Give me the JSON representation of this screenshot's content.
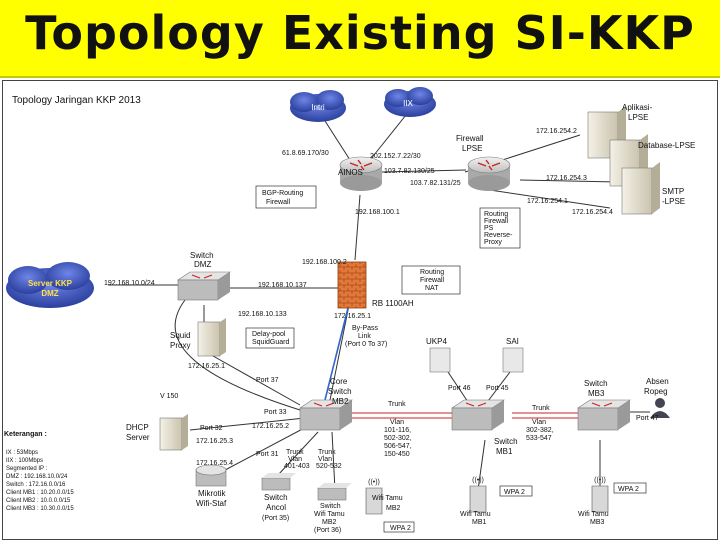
{
  "title": "Topology Existing SI-KKP",
  "subtitle": "Topology Jaringan KKP 2013",
  "clouds": {
    "intri": "Intri",
    "iix": "IIX",
    "server_kkp": [
      "Server KKP",
      "DMZ"
    ]
  },
  "links": {
    "ip_intri": "61.8.69.170/30",
    "ip_iix": "202.152.7.22/30",
    "ip_ainos_fw1": "103.7.82.130/25",
    "ip_ainos_fw2": "103.7.82.131/25",
    "ip_ainos_down": "192.168.100.1",
    "ip_rb_up": "192.168.100.2",
    "ip_dmz_left": "192.168.10.0/24",
    "ip_dmz_right": "192.168.10.137",
    "ip_squid": "192.168.10.133",
    "ip_rb_down": "172.16.25.1",
    "ip_squid_low": "172.16.25.1",
    "ip_core": "172.16.25.2",
    "ip_dhcp": "172.16.25.3",
    "ip_mikrotik": "172.16.25.4",
    "ip_fw_lpse": "172.16.254.1",
    "ip_aplikasi": "172.16.254.2",
    "ip_database": "172.16.254.3",
    "ip_smtp": "172.16.254.4",
    "v150": "V 150",
    "p37a": "Port 37",
    "p33": "Port 33",
    "p32": "Port 32",
    "p31": "Port 31",
    "p46": "Port 46",
    "p45": "Port 45",
    "p47": "Port 47"
  },
  "devices": {
    "ainos": "AINOS",
    "fw_lpse": [
      "Firewall",
      "LPSE"
    ],
    "bgp": [
      "BGP-Routing",
      "Firewall"
    ],
    "routing_lpse": [
      "Routing",
      "Firewall",
      "PS",
      "Reverse-",
      "Proxy"
    ],
    "aplikasi": [
      "Aplikasi-",
      "LPSE"
    ],
    "database": "Database-LPSE",
    "smtp": [
      "SMTP",
      "-LPSE"
    ],
    "switch_dmz": [
      "Switch",
      "DMZ"
    ],
    "rb": "RB 1100AH",
    "rb_note": [
      "Routing",
      "Firewall",
      "NAT"
    ],
    "squid": [
      "Squid",
      "Proxy"
    ],
    "squid_note": [
      "Delay-pool",
      "SquidGuard"
    ],
    "bypass": [
      "By-Pass",
      "Link",
      "(Port 0 To 37)"
    ],
    "core": [
      "Core",
      "Switch",
      "MB2"
    ],
    "ukp4": "UKP4",
    "sai": "SAI",
    "switch_mb1": [
      "Switch",
      "MB1"
    ],
    "switch_mb3": [
      "Switch",
      "MB3"
    ],
    "absen": [
      "Absen",
      "Ropeg"
    ],
    "dhcp": [
      "DHCP",
      "Server"
    ],
    "mikrotik": [
      "Mikrotik",
      "Wifi-Staf"
    ],
    "switch_ancol": [
      "Switch",
      "Ancol",
      "(Port 35)"
    ],
    "switch_wifi": [
      "Switch",
      "Wifi Tamu",
      "MB2",
      "(Port 36)"
    ],
    "wifi_mb2": [
      "Wifi Tamu",
      "MB2"
    ],
    "wifi_mb1": [
      "Wifi Tamu",
      "MB1"
    ],
    "wifi_mb3": [
      "Wifi Tamu",
      "MB3"
    ],
    "wpa2": "WPA 2"
  },
  "trunks": {
    "t1": [
      "Trunk",
      "Vlan",
      "401-403"
    ],
    "t2": [
      "Trunk",
      "Vlan",
      "520-532"
    ],
    "t3": [
      "Trunk",
      "Vlan",
      "101-116,",
      "502-302,",
      "506-547,",
      "150-450"
    ],
    "t4": [
      "Trunk",
      "Vlan",
      "302-382,",
      "533-547"
    ]
  },
  "legend": {
    "heading": "Keterangan :",
    "lines": [
      "IX : 53Mbps",
      "IIX : 100Mbps",
      "Segmented IP :",
      "DMZ : 192.168.10.0/24",
      "Switch : 172.16.0.0/16",
      "Client MB1 : 10.20.0.0/15",
      "Client MB2 : 10.0.0.0/15",
      "Client MB3 : 10.30.0.0/15"
    ]
  },
  "colors": {
    "title_bg": "#ffff00",
    "bypass_link": "#3366cc",
    "trunk_link": "#cc2222",
    "cloud": "#3b57c4",
    "router": "#d8d8d8",
    "firewall": "#e07a30"
  }
}
